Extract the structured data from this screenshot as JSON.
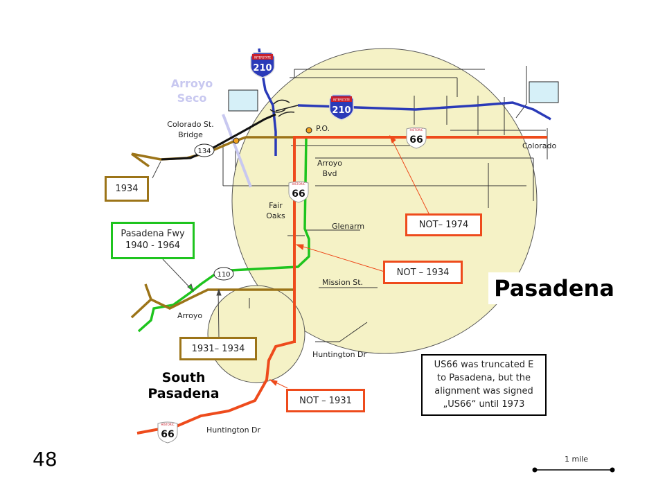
{
  "page_number": "48",
  "city_label": "Pasadena",
  "south_label_line1": "South",
  "south_label_line2": "Pasadena",
  "arroyo_seco_line1": "Arroyo",
  "arroyo_seco_line2": "Seco",
  "labels": {
    "colorado_bridge_1": "Colorado St.",
    "colorado_bridge_2": "Bridge",
    "po": "P.O.",
    "colorado": "Colorado",
    "arroyo_bvd_1": "Arroyo",
    "arroyo_bvd_2": "Bvd",
    "fair_oaks_1": "Fair",
    "fair_oaks_2": "Oaks",
    "glenarm": "Glenarm",
    "mission": "Mission St.",
    "arroyo": "Arroyo",
    "huntington_1": "Huntington Dr",
    "huntington_2": "Huntington Dr",
    "scale": "1 mile"
  },
  "shields": {
    "i210": "210",
    "interstate": "INTERSTATE",
    "us66": "66",
    "historic": "HISTORIC",
    "route134": "134",
    "route110": "110"
  },
  "boxes": {
    "b1934": "1934",
    "fwy_line1": "Pasadena Fwy",
    "fwy_line2": "1940 - 1964",
    "b1931_1934": "1931– 1934",
    "not1974": "NOT– 1974",
    "not1934": "NOT – 1934",
    "not1931": "NOT – 1931",
    "note_line1": "US66 was truncated E",
    "note_line2": "to Pasadena, but the",
    "note_line3": "alignment was signed",
    "note_line4": "„US66“ until 1973"
  },
  "colors": {
    "circle_fill": "#f5f2c6",
    "us66_orange": "#ee4b1c",
    "route_brown": "#9c7418",
    "fwy_green": "#1ec41e",
    "interstate_blue": "#2a3ab8",
    "water_lavender": "#c8c8f0"
  }
}
